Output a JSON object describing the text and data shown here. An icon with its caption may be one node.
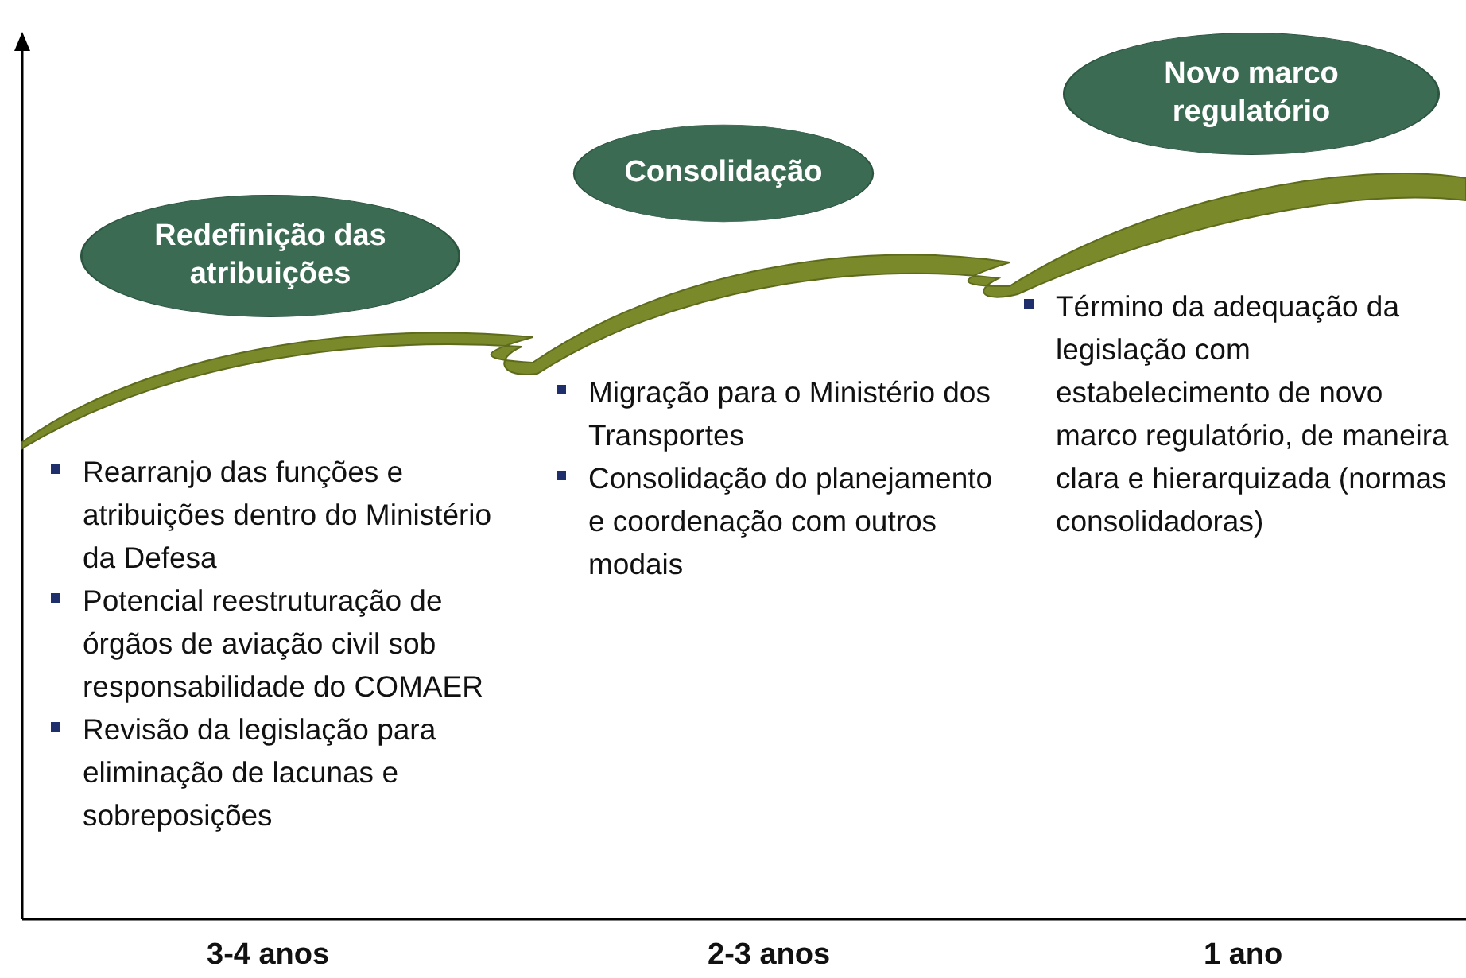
{
  "diagram": {
    "nodes": [
      {
        "text": [
          "Redefinição das atribuições"
        ]
      },
      {
        "text": [
          "Consolidação"
        ]
      },
      {
        "text": [
          "Novo marco regulatório"
        ]
      }
    ],
    "edges": [],
    "labels": [
      "Rearranjo das funções e atribuições dentro do Ministério da Defesa",
      "Potencial reestruturação de órgãos de aviação civil sob responsabilidade do COMAER",
      "Revisão da legislação para eliminação de lacunas e sobreposições",
      "Migração para o Ministério dos Transportes",
      "Consolidação do planejamento e coordenação com outros modais",
      "Término da adequação da legislação com estabelecimento de novo marco regulatório, de maneira clara e hierarquizada (normas consolidadoras)",
      "3-4 anos",
      "2-3 anos",
      "1 ano"
    ]
  }
}
